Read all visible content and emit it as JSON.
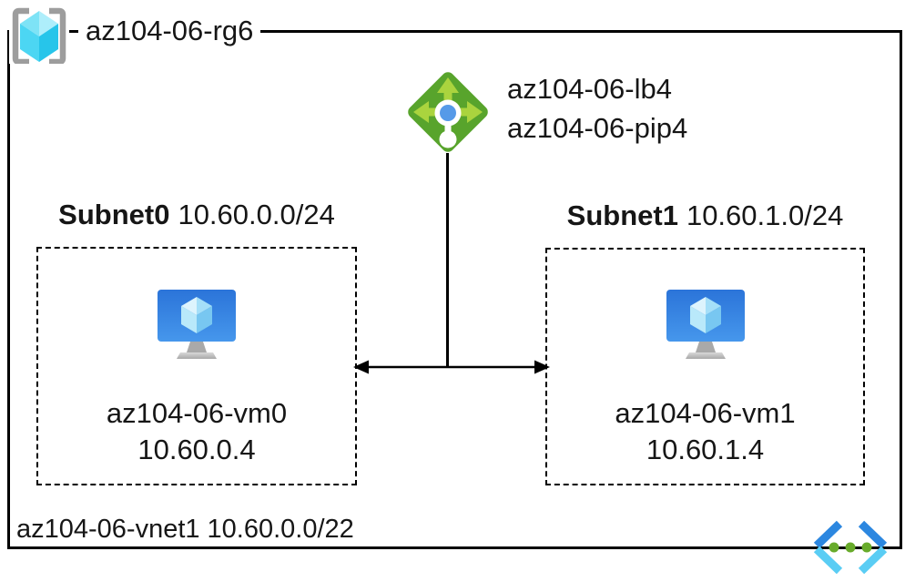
{
  "diagram": {
    "resource_group": {
      "label": "az104-06-rg6"
    },
    "load_balancer": {
      "name": "az104-06-lb4",
      "public_ip": "az104-06-pip4"
    },
    "subnets": [
      {
        "name": "Subnet0",
        "cidr": "10.60.0.0/24",
        "vm": {
          "name": "az104-06-vm0",
          "ip": "10.60.0.4"
        }
      },
      {
        "name": "Subnet1",
        "cidr": "10.60.1.0/24",
        "vm": {
          "name": "az104-06-vm1",
          "ip": "10.60.1.4"
        }
      }
    ],
    "vnet": {
      "name": "az104-06-vnet1",
      "cidr": "10.60.0.0/22"
    },
    "icons": {
      "resource_group": "resource-group-icon",
      "load_balancer": "load-balancer-icon",
      "virtual_machine": "vm-icon",
      "virtual_network": "virtual-network-icon"
    },
    "colors": {
      "lb_diamond_green": "#58a42c",
      "lb_arrow_green": "#aad43e",
      "lb_center_blue": "#569ae8",
      "vm_screen_blue_top": "#2b74d9",
      "vm_screen_blue_bottom": "#4697ec",
      "rg_cube_cyan": "#4cd6f3",
      "rg_bracket_gray": "#9d9d9d",
      "vnet_chevron_dark_blue": "#2c87e0",
      "vnet_chevron_light_blue": "#5acdf4",
      "vnet_dot_green": "#68ab2b",
      "connector_black": "#000000"
    }
  }
}
